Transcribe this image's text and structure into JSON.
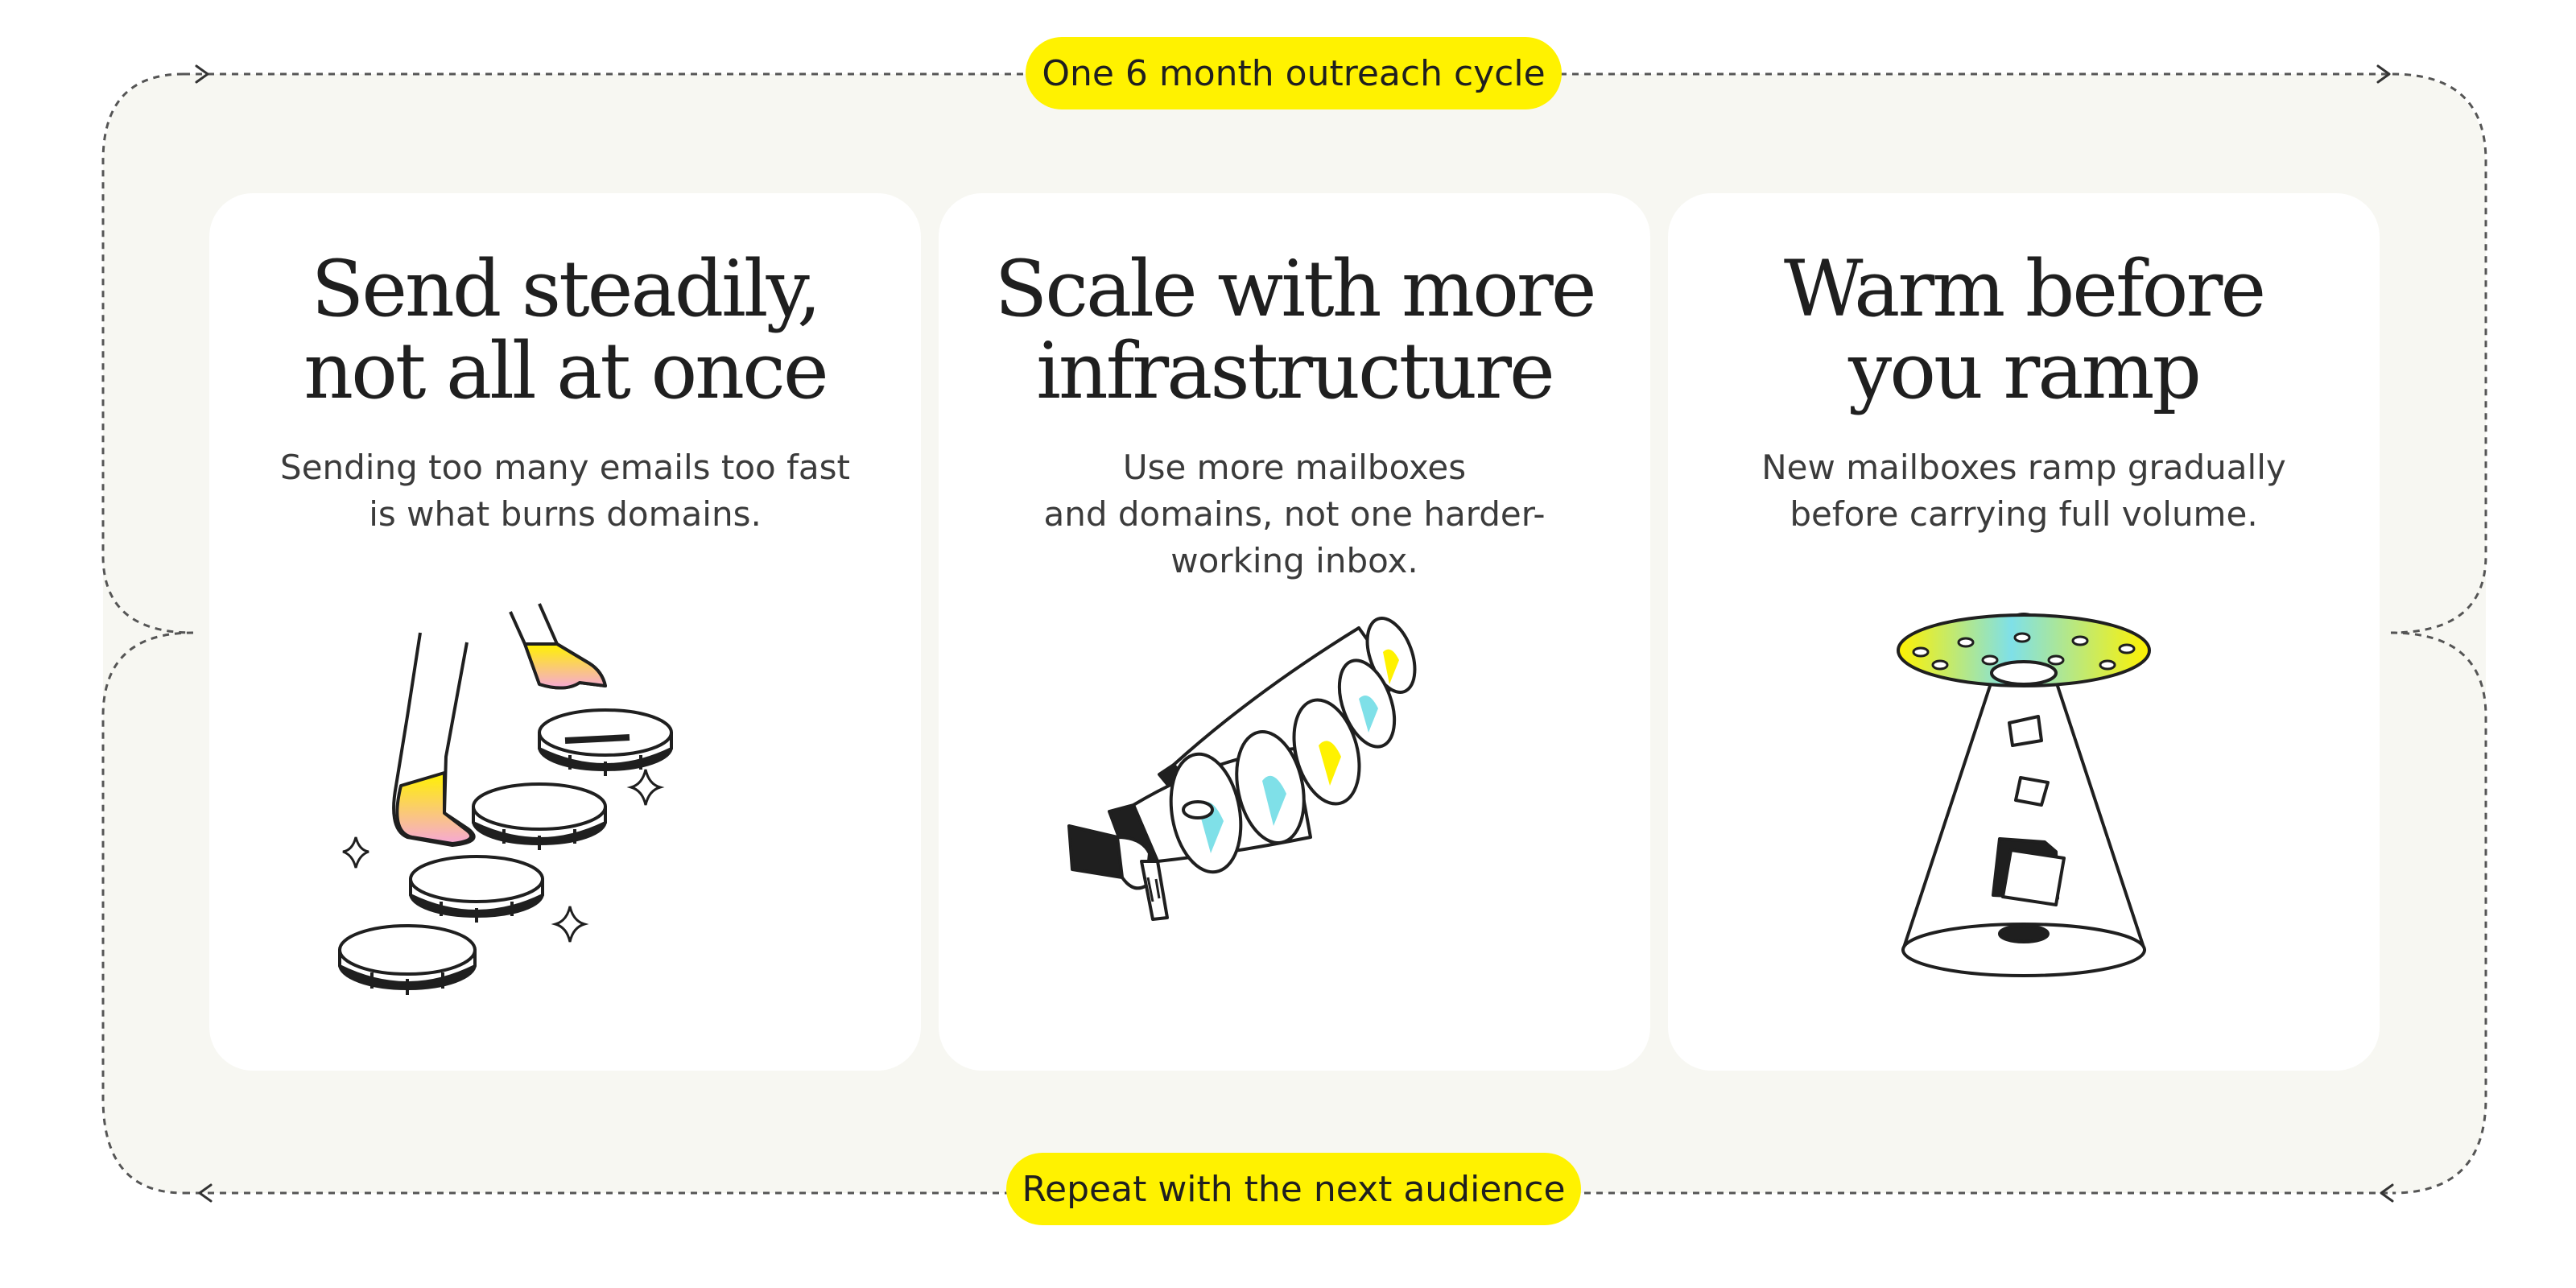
{
  "cycle": {
    "top_label": "One 6 month outreach cycle",
    "bottom_label": "Repeat with the next audience"
  },
  "colors": {
    "background": "#f7f7f2",
    "card": "#ffffff",
    "accent_yellow": "#fff200",
    "ink": "#1f1f1f",
    "dashed_line": "#555555",
    "accent_pink": "#f6a8d6",
    "accent_cyan": "#7fe0e8"
  },
  "cards": [
    {
      "title_lines": [
        "Send steadily,",
        "not all at once"
      ],
      "desc_lines": [
        "Sending too many emails too fast",
        "is what burns domains."
      ],
      "illustration": "stepping-stones-icon"
    },
    {
      "title_lines": [
        "Scale with more",
        "infrastructure"
      ],
      "desc_lines": [
        "Use more mailboxes",
        "and domains, not one harder-",
        "working inbox."
      ],
      "illustration": "megaphones-icon"
    },
    {
      "title_lines": [
        "Warm before",
        "you ramp"
      ],
      "desc_lines": [
        "New mailboxes ramp gradually",
        "before carrying full volume."
      ],
      "illustration": "ufo-beam-icon"
    }
  ]
}
